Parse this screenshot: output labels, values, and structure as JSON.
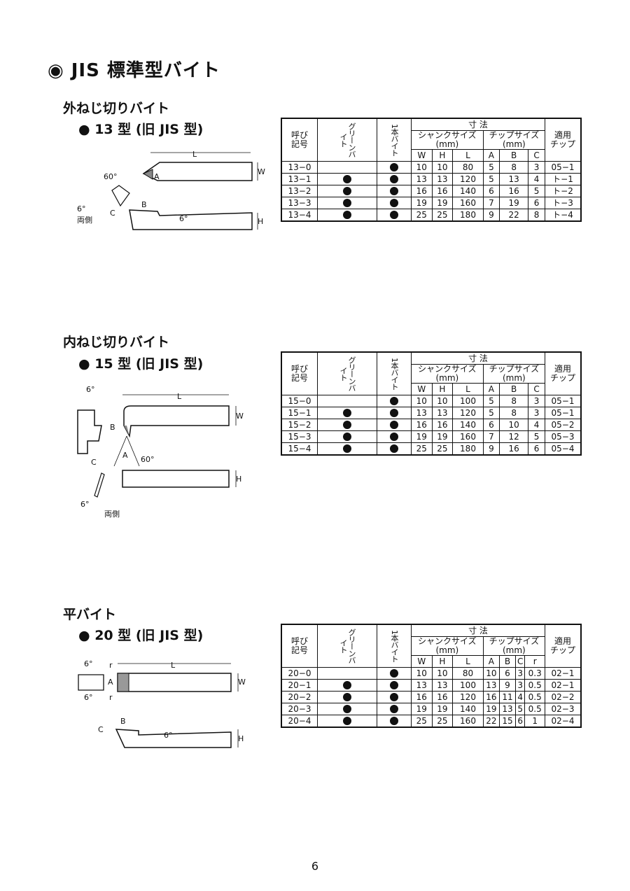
{
  "page_title": "◉ JIS 標準型バイト",
  "page_number": "6",
  "sections": [
    {
      "title": "外ねじ切りバイト",
      "subtitle": "● 13 型 (旧 JIS 型)",
      "headers": {
        "code": "呼び\n記号",
        "green": "グリーンバイト",
        "one": "1本バイト",
        "dims": "寸 法",
        "shank": "シャンクサイズ\n(mm)",
        "chip": "チップサイズ\n(mm)",
        "apply": "適用\nチップ",
        "shank_cols": [
          "W",
          "H",
          "L"
        ],
        "chip_cols": [
          "A",
          "B",
          "C"
        ]
      },
      "rows": [
        {
          "code": "13−0",
          "green": false,
          "one": true,
          "W": "10",
          "H": "10",
          "L": "80",
          "A": "5",
          "B": "8",
          "C": "3",
          "chip": "05−1"
        },
        {
          "code": "13−1",
          "green": true,
          "one": true,
          "W": "13",
          "H": "13",
          "L": "120",
          "A": "5",
          "B": "13",
          "C": "4",
          "chip": "ト−1"
        },
        {
          "code": "13−2",
          "green": true,
          "one": true,
          "W": "16",
          "H": "16",
          "L": "140",
          "A": "6",
          "B": "16",
          "C": "5",
          "chip": "ト−2"
        },
        {
          "code": "13−3",
          "green": true,
          "one": true,
          "W": "19",
          "H": "19",
          "L": "160",
          "A": "7",
          "B": "19",
          "C": "6",
          "chip": "ト−3"
        },
        {
          "code": "13−4",
          "green": true,
          "one": true,
          "W": "25",
          "H": "25",
          "L": "180",
          "A": "9",
          "B": "22",
          "C": "8",
          "chip": "ト−4"
        }
      ],
      "diagram": {
        "L": "L",
        "W": "W",
        "H": "H",
        "A": "A",
        "B": "B",
        "C": "C",
        "ang60": "60°",
        "ang6a": "6°",
        "ang6b": "6°",
        "both": "両側"
      }
    },
    {
      "title": "内ねじ切りバイト",
      "subtitle": "● 15 型 (旧 JIS 型)",
      "headers": {
        "code": "呼び\n記号",
        "green": "グリーンバイト",
        "one": "1本バイト",
        "dims": "寸 法",
        "shank": "シャンクサイズ\n(mm)",
        "chip": "チップサイズ\n(mm)",
        "apply": "適用\nチップ",
        "shank_cols": [
          "W",
          "H",
          "L"
        ],
        "chip_cols": [
          "A",
          "B",
          "C"
        ]
      },
      "rows": [
        {
          "code": "15−0",
          "green": false,
          "one": true,
          "W": "10",
          "H": "10",
          "L": "100",
          "A": "5",
          "B": "8",
          "C": "3",
          "chip": "05−1"
        },
        {
          "code": "15−1",
          "green": true,
          "one": true,
          "W": "13",
          "H": "13",
          "L": "120",
          "A": "5",
          "B": "8",
          "C": "3",
          "chip": "05−1"
        },
        {
          "code": "15−2",
          "green": true,
          "one": true,
          "W": "16",
          "H": "16",
          "L": "140",
          "A": "6",
          "B": "10",
          "C": "4",
          "chip": "05−2"
        },
        {
          "code": "15−3",
          "green": true,
          "one": true,
          "W": "19",
          "H": "19",
          "L": "160",
          "A": "7",
          "B": "12",
          "C": "5",
          "chip": "05−3"
        },
        {
          "code": "15−4",
          "green": true,
          "one": true,
          "W": "25",
          "H": "25",
          "L": "180",
          "A": "9",
          "B": "16",
          "C": "6",
          "chip": "05−4"
        }
      ],
      "diagram": {
        "L": "L",
        "W": "W",
        "H": "H",
        "A": "A",
        "B": "B",
        "C": "C",
        "ang60": "60°",
        "ang6a": "6°",
        "ang6b": "6°",
        "both": "両側"
      }
    },
    {
      "title": "平バイト",
      "subtitle": "● 20 型 (旧 JIS 型)",
      "headers": {
        "code": "呼び\n記号",
        "green": "グリーンバイト",
        "one": "1本バイト",
        "dims": "寸 法",
        "shank": "シャンクサイズ\n(mm)",
        "chip": "チップサイズ\n(mm)",
        "apply": "適用\nチップ",
        "shank_cols": [
          "W",
          "H",
          "L"
        ],
        "chip_cols": [
          "A",
          "B",
          "C",
          "r"
        ]
      },
      "rows": [
        {
          "code": "20−0",
          "green": false,
          "one": true,
          "W": "10",
          "H": "10",
          "L": "80",
          "A": "10",
          "B": "6",
          "C": "3",
          "r": "0.3",
          "chip": "02−1"
        },
        {
          "code": "20−1",
          "green": true,
          "one": true,
          "W": "13",
          "H": "13",
          "L": "100",
          "A": "13",
          "B": "9",
          "C": "3",
          "r": "0.5",
          "chip": "02−1"
        },
        {
          "code": "20−2",
          "green": true,
          "one": true,
          "W": "16",
          "H": "16",
          "L": "120",
          "A": "16",
          "B": "11",
          "C": "4",
          "r": "0.5",
          "chip": "02−2"
        },
        {
          "code": "20−3",
          "green": true,
          "one": true,
          "W": "19",
          "H": "19",
          "L": "140",
          "A": "19",
          "B": "13",
          "C": "5",
          "r": "0.5",
          "chip": "02−3"
        },
        {
          "code": "20−4",
          "green": true,
          "one": true,
          "W": "25",
          "H": "25",
          "L": "160",
          "A": "22",
          "B": "15",
          "C": "6",
          "r": "1",
          "chip": "02−4"
        }
      ],
      "diagram": {
        "L": "L",
        "W": "W",
        "H": "H",
        "A": "A",
        "B": "B",
        "C": "C",
        "r1": "r",
        "r2": "r",
        "ang6a": "6°",
        "ang6b": "6°",
        "ang6c": "6°"
      }
    }
  ]
}
